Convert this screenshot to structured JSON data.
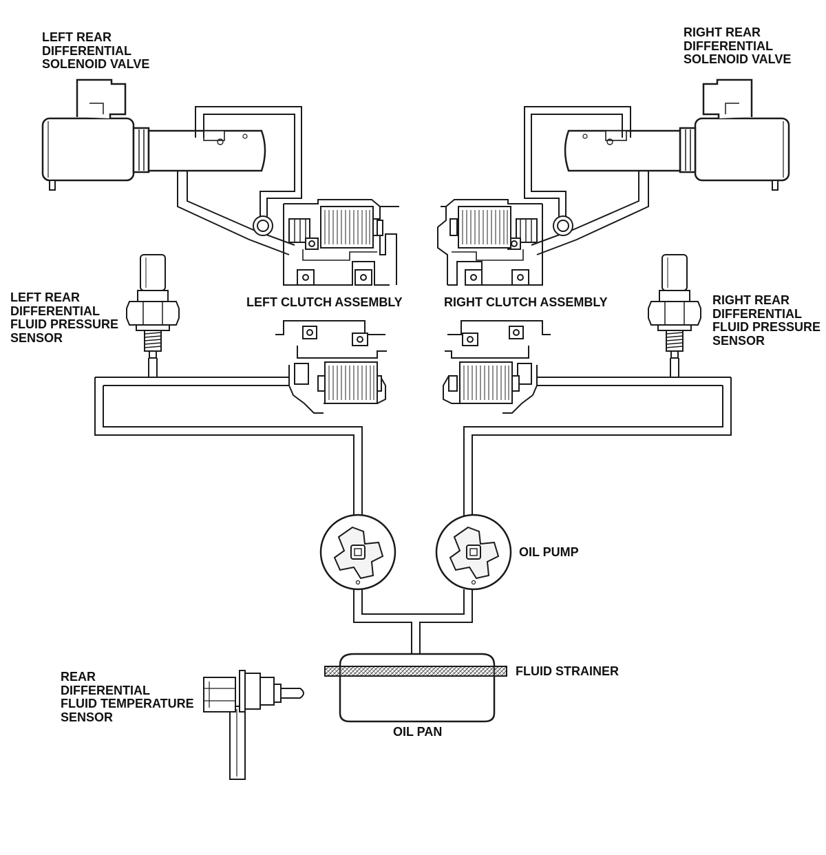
{
  "labels": {
    "left_solenoid": [
      "LEFT REAR",
      "DIFFERENTIAL",
      "SOLENOID VALVE"
    ],
    "right_solenoid": [
      "RIGHT REAR",
      "DIFFERENTIAL",
      "SOLENOID VALVE"
    ],
    "left_sensor": [
      "LEFT REAR",
      "DIFFERENTIAL",
      "FLUID PRESSURE",
      "SENSOR"
    ],
    "right_sensor": [
      "RIGHT REAR",
      "DIFFERENTIAL",
      "FLUID PRESSURE",
      "SENSOR"
    ],
    "left_clutch": "LEFT CLUTCH ASSEMBLY",
    "right_clutch": "RIGHT CLUTCH ASSEMBLY",
    "oil_pump": "OIL PUMP",
    "fluid_strainer": "FLUID STRAINER",
    "oil_pan": "OIL PAN",
    "temp_sensor": [
      "REAR",
      "DIFFERENTIAL",
      "FLUID TEMPERATURE",
      "SENSOR"
    ]
  },
  "colors": {
    "line": "#1a1a1a",
    "background": "#ffffff"
  }
}
